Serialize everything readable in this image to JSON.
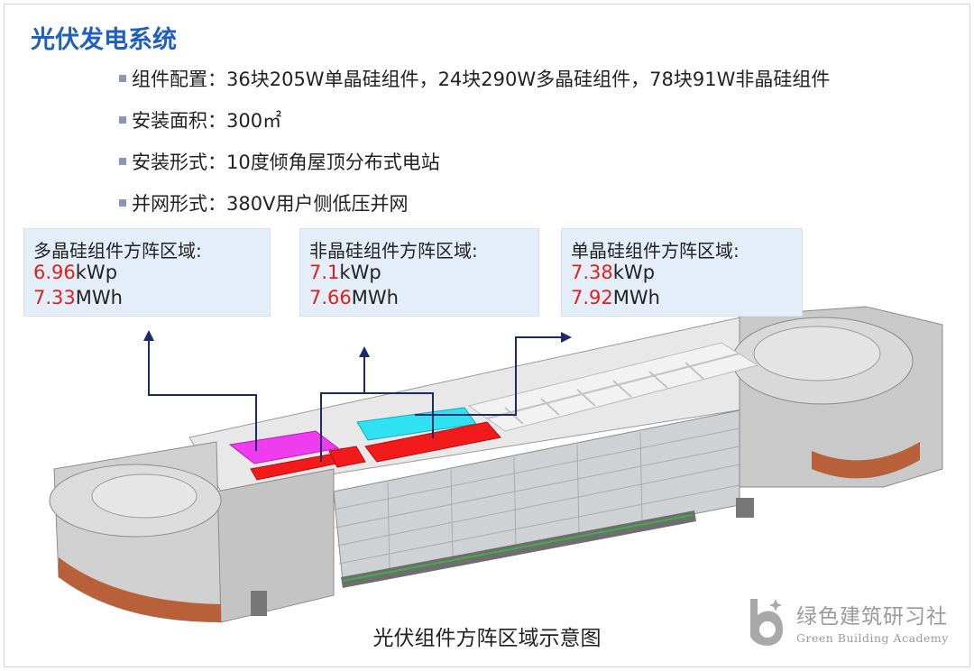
{
  "title": "光伏发电系统",
  "bullets": [
    "组件配置：36块205W单晶硅组件，24块290W多晶硅组件，78块91W非晶硅组件",
    "安装面积：300㎡",
    "安装形式：10度倾角屋顶分布式电站",
    "并网形式：380V用户侧低压并网"
  ],
  "panels": [
    {
      "heading": "多晶硅组件方阵区域:",
      "power_value": "6.96",
      "power_unit": "kWp",
      "energy_value": "7.33",
      "energy_unit": "MWh"
    },
    {
      "heading": "非晶硅组件方阵区域:",
      "power_value": "7.1",
      "power_unit": "kWp",
      "energy_value": "7.66",
      "energy_unit": "MWh"
    },
    {
      "heading": "单晶硅组件方阵区域:",
      "power_value": "7.38",
      "power_unit": "kWp",
      "energy_value": "7.92",
      "energy_unit": "MWh"
    }
  ],
  "caption": "光伏组件方阵区域示意图",
  "logo": {
    "name_cn": "绿色建筑研习社",
    "name_en": "Green Building Academy"
  },
  "colors": {
    "title": "#1f5fbf",
    "highlight": "#e0201b",
    "panel_bg": "#e4eef9",
    "arrow": "#1a2a6c",
    "array_poly": "#ee3cee",
    "array_amorphous": "#f21a1a",
    "array_mono": "#2ee2f2"
  }
}
